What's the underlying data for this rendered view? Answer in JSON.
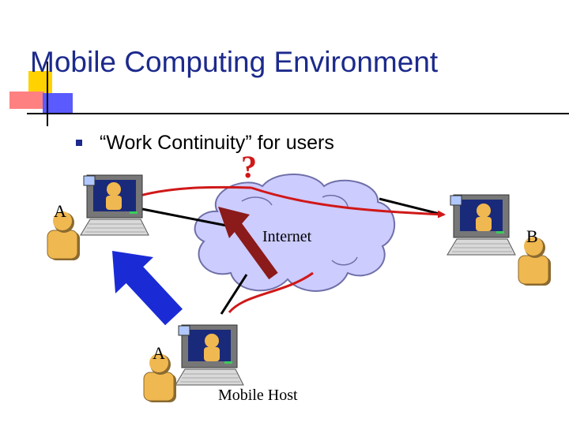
{
  "slide": {
    "title": "Mobile Computing Environment",
    "bullet": "“Work Continuity”  for users"
  },
  "diagram": {
    "question_mark": "?",
    "cloud_label": "Internet",
    "user_a_label": "A",
    "user_a_moved_label": "A",
    "user_b_label": "B",
    "mobile_host_label": "Mobile Host"
  },
  "colors": {
    "title": "#1c2a8c",
    "cloud_fill": "#ccccff",
    "arrow_red": "#d01818",
    "arrow_blue": "#1a2bd6",
    "arrow_brown": "#8b1a1a",
    "accent_yellow": "#ffd200",
    "accent_pink": "#ff8080",
    "accent_blue": "#5a5aff"
  }
}
